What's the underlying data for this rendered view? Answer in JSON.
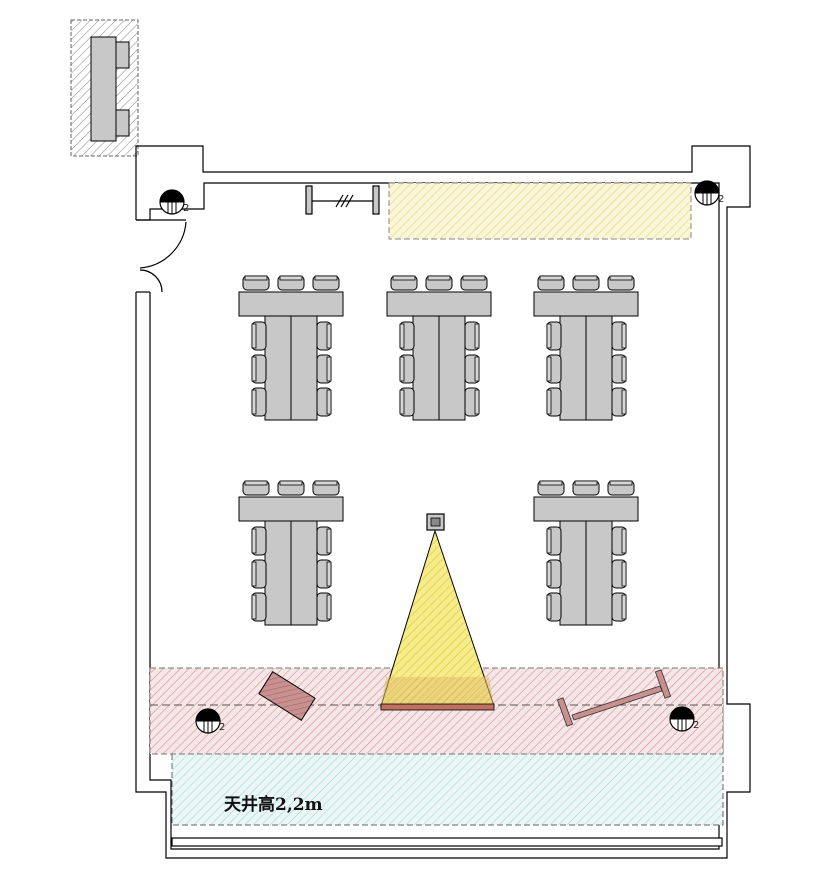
{
  "plan": {
    "ceiling_label": "天井高2,2m",
    "speaker_badge": "2",
    "colors": {
      "wall": "#000000",
      "furniture": "#c8c8c8",
      "speaker_zone_yellow": "#e8e090",
      "speaker_zone_red": "#c98080",
      "ceiling_zone_cyan": "#a8dcd8",
      "projector_beam": "#f2e46a",
      "bag": "#c08080"
    },
    "table_groups": [
      {
        "front_chairs": 3,
        "side_chairs_per_row": 3
      },
      {
        "front_chairs": 3,
        "side_chairs_per_row": 3
      },
      {
        "front_chairs": 3,
        "side_chairs_per_row": 3
      },
      {
        "front_chairs": 3,
        "side_chairs_per_row": 3
      },
      {
        "front_chairs": 3,
        "side_chairs_per_row": 3
      }
    ],
    "speakers_count": 4
  }
}
